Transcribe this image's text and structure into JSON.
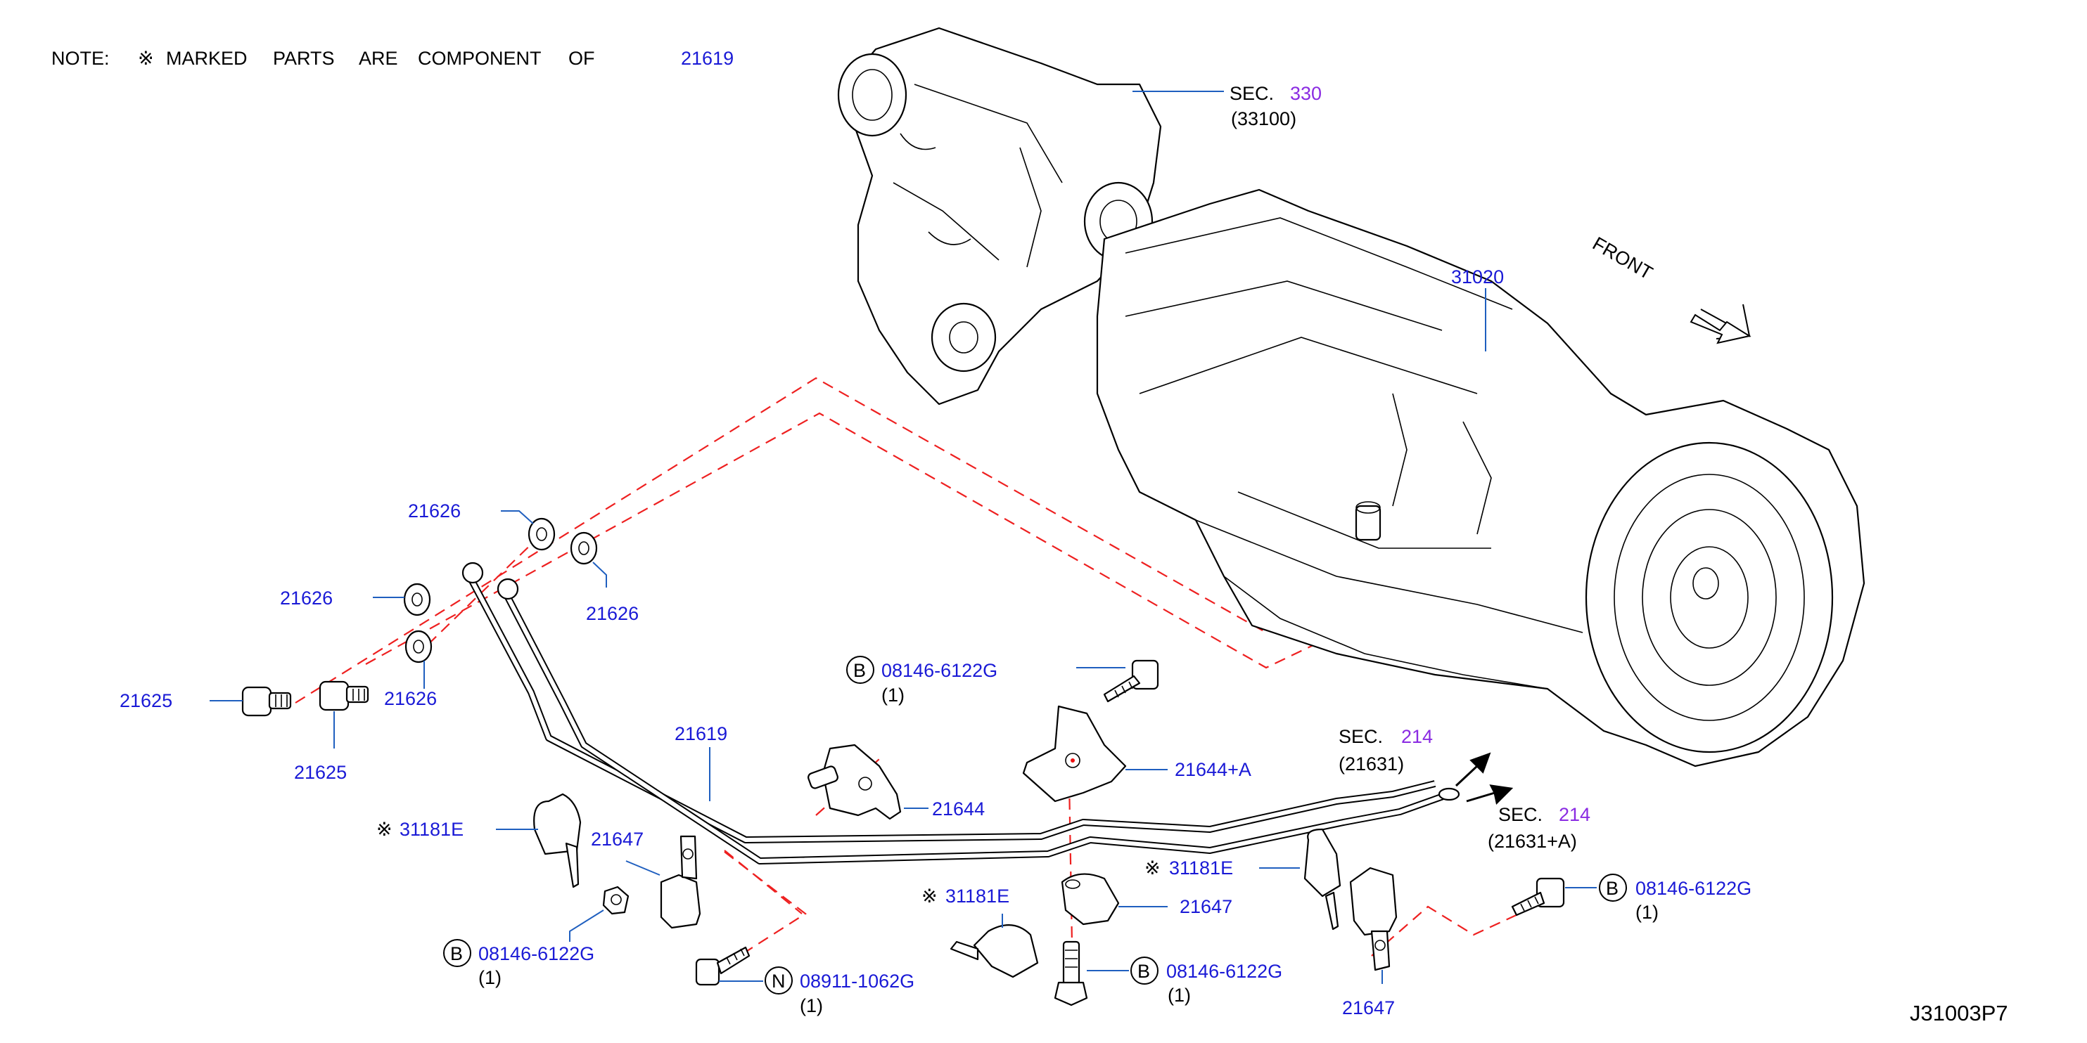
{
  "note": {
    "prefix": "NOTE:",
    "mark": "※",
    "words": [
      "MARKED",
      "PARTS",
      "ARE",
      "COMPONENT",
      "OF"
    ],
    "ref": "21619"
  },
  "sections": [
    {
      "sec": "SEC.",
      "num": "330",
      "sub": "(33100)"
    },
    {
      "sec": "SEC.",
      "num": "214",
      "sub": "(21631)"
    },
    {
      "sec": "SEC.",
      "num": "214",
      "sub": "(21631+A)"
    }
  ],
  "front_label": "FRONT",
  "parts": {
    "transmission": "31020",
    "cooler_tube": "21619",
    "washer": "21626",
    "eye_bolt": "21625",
    "bracket": "21644",
    "bracket_a": "21644+A",
    "clip": "31181E",
    "clamp": "21647"
  },
  "fasteners": {
    "bolt_b": {
      "circle": "B",
      "part": "08146-6122G",
      "qty": "(1)"
    },
    "nut_n": {
      "circle": "N",
      "part": "08911-1062G",
      "qty": "(1)"
    }
  },
  "mark_symbol": "※",
  "diagram_code": "J31003P7",
  "colors": {
    "part_number": "#1a1ad6",
    "section_number": "#8a2be2",
    "leader": "#1f5fbf",
    "dashed": "#ee2020"
  }
}
